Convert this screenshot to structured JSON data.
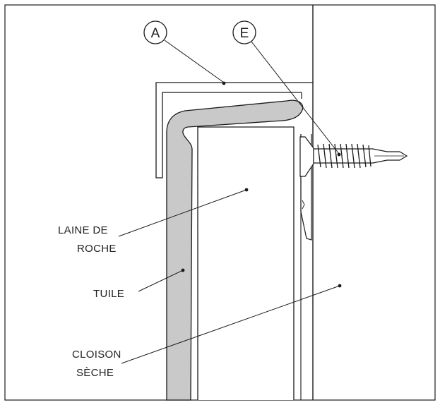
{
  "callouts": {
    "a": "A",
    "e": "E"
  },
  "labels": {
    "laine_line1": "LAINE DE",
    "laine_line2": "ROCHE",
    "tuile": "TUILE",
    "cloison_line1": "CLOISON",
    "cloison_line2": "SÈCHE"
  },
  "colors": {
    "tile_fill": "#c9c9c9",
    "line": "#1a1a1a",
    "background": "#ffffff"
  }
}
